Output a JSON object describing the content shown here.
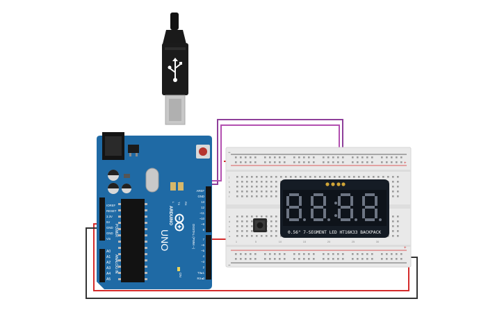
{
  "arduino": {
    "logo_text": "ARDUINO",
    "model": "UNO",
    "power_header_label": "POWER",
    "analog_header_label": "ANALOG IN",
    "digital_header_label": "DIGITAL (PWM ~)",
    "on_label": "ON",
    "tx_label": "TX",
    "rx_label": "RX",
    "l_label": "L",
    "power_pins": [
      "IOREF",
      "RESET",
      "3.3V",
      "5V",
      "GND",
      "GND",
      "Vin"
    ],
    "analog_pins": [
      "A0",
      "A1",
      "A2",
      "A3",
      "A4",
      "A5"
    ],
    "digital_pins": [
      "AREF",
      "GND",
      "13",
      "12",
      "~11",
      "~10",
      "~9",
      "8",
      "7",
      "~6",
      "~5",
      "4",
      "~3",
      "2",
      "TX▸1",
      "RX◂0"
    ]
  },
  "breadboard": {
    "top_plus": "+",
    "top_minus": "−",
    "bottom_plus": "+",
    "bottom_minus": "−",
    "row_letters_top": [
      "j",
      "i",
      "h",
      "g",
      "f"
    ],
    "row_letters_bottom": [
      "e",
      "d",
      "c",
      "b",
      "a"
    ],
    "column_numbers": [
      "1",
      "5",
      "10",
      "15",
      "20",
      "25",
      "30"
    ]
  },
  "display": {
    "label": "0.56\" 7-SEGMENT LED HT16K33 BACKPACK",
    "digit_count": 4
  },
  "colors": {
    "board": "#1f6aa5",
    "wire_red": "#d42a2a",
    "wire_purple": "#8e3f9a",
    "wire_black": "#333333",
    "breadboard": "#e9e9e9",
    "display_body": "#151c25",
    "segment_off": "#6d7583"
  },
  "icons": [
    "usb-cable-icon",
    "reset-button-icon",
    "pushbutton-icon",
    "power-jack-icon"
  ]
}
